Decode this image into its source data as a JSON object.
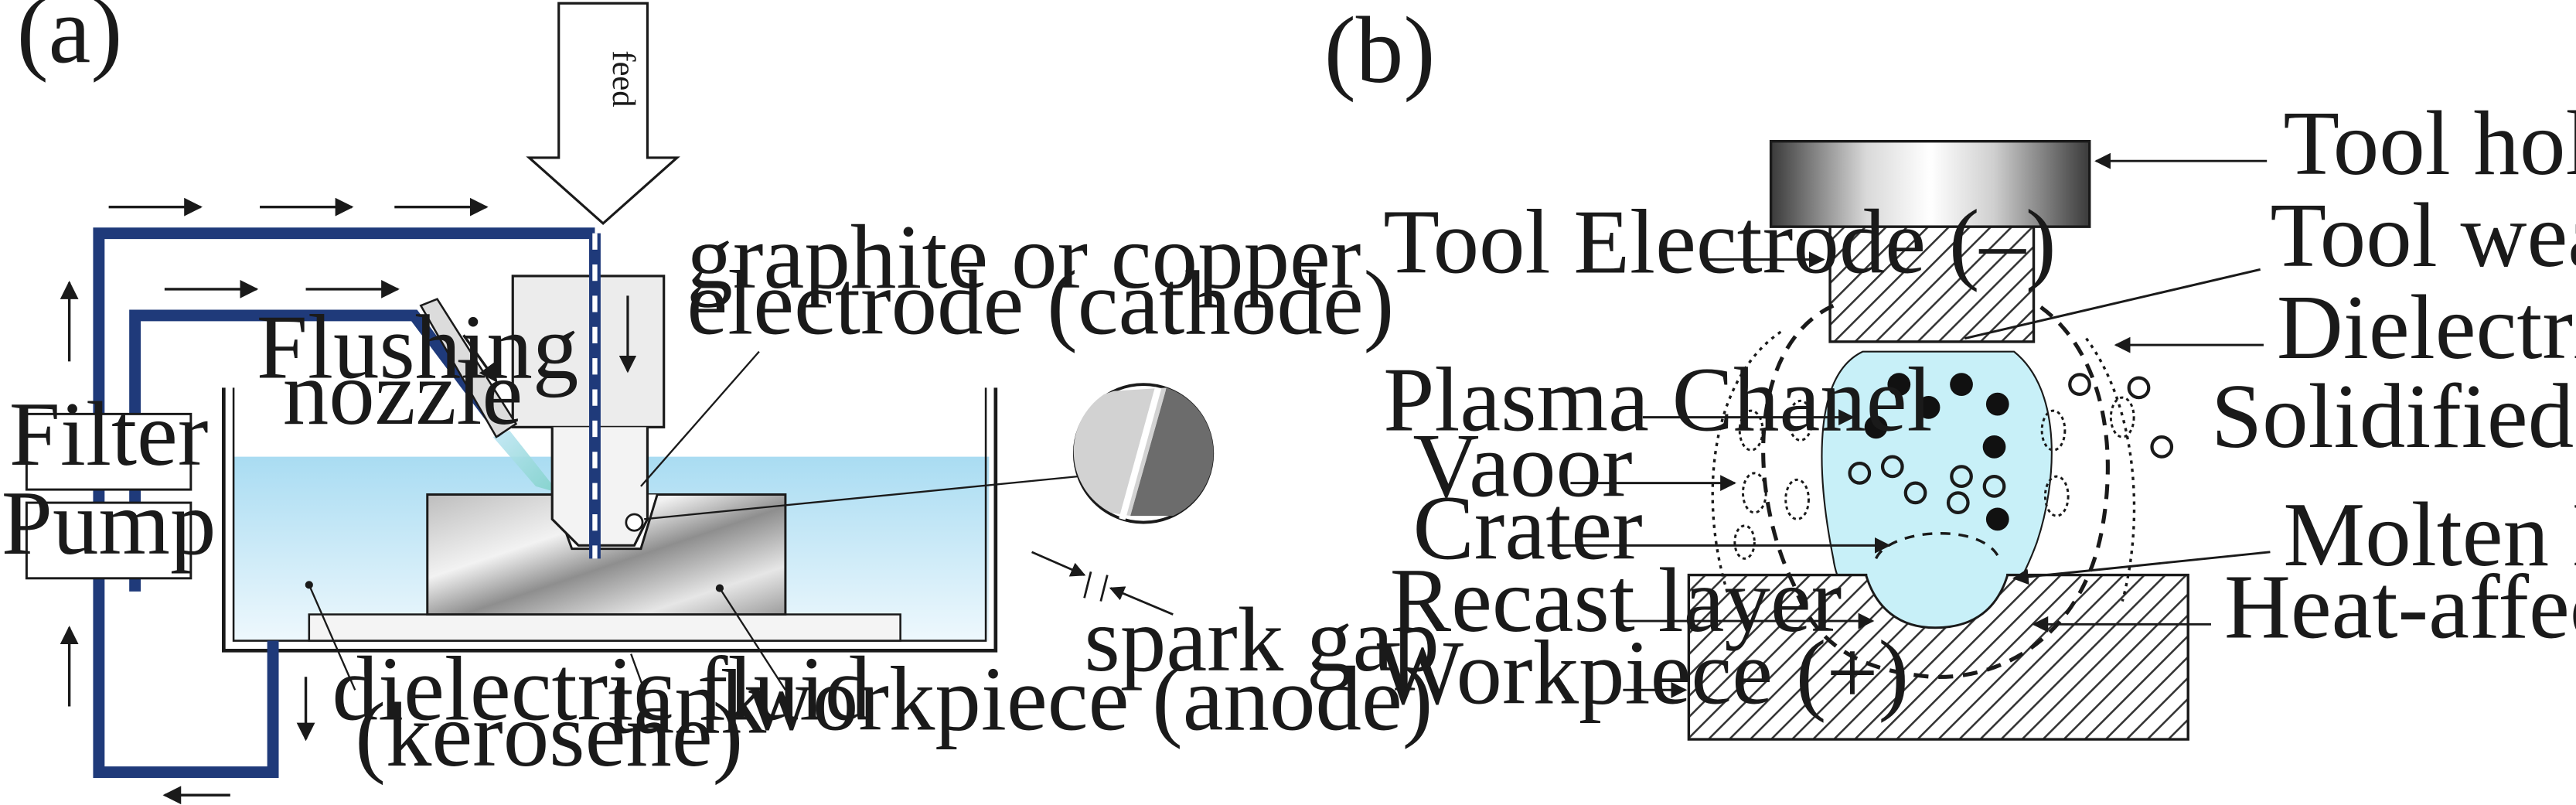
{
  "panels": {
    "a": {
      "tag": "(a)",
      "labels": {
        "feed": "feed",
        "electrode_1": "graphite or copper",
        "electrode_2": "electrode (cathode)",
        "flushing_1": "Flushing",
        "flushing_2": "nozzle",
        "filter": "Filter",
        "pump": "Pump",
        "spark_gap": "spark gap",
        "dielectric_1": "dielectric fluid",
        "dielectric_2": "(kerosene)",
        "tank": "tank",
        "workpiece": "workpiece (anode)"
      }
    },
    "b": {
      "tag": "(b)",
      "labels": {
        "tool_holder": "Tool holder",
        "tool_electrode": "Tool Electrode (–)",
        "tool_wear": "Tool wear",
        "dielectric": "Dielectric",
        "plasma_channel": "Plasma Chanel",
        "solidified_metal": "Solidified metal",
        "vapor": "Vaoor",
        "crater": "Crater",
        "molten_metal": "Molten Metal",
        "recast_layer": "Recast layer",
        "heat_affected_zone": "Heat-affected Zone",
        "workpiece": "Workpiece (+)"
      }
    }
  },
  "colors": {
    "pipe": "#1f3a7a",
    "fluid_top": "#a9dcf2",
    "fluid_bottom": "#eef8fd",
    "plasma": "#c8f0f8",
    "line": "#1a1a1a"
  }
}
